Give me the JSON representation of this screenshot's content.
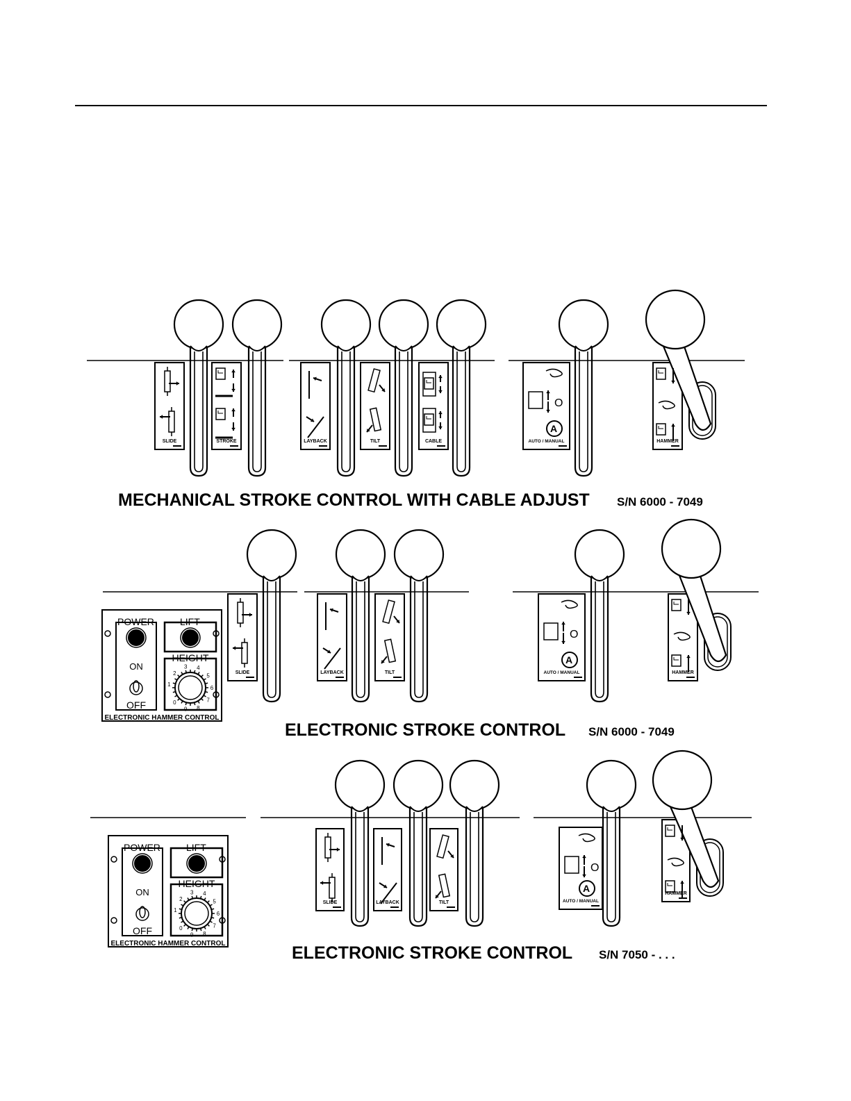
{
  "sections": [
    {
      "title": "MECHANICAL STROKE CONTROL WITH CABLE ADJUST",
      "serial": "S/N 6000 - 7049",
      "levers": [
        {
          "label": "SLIDE",
          "icon": "slide-icon"
        },
        {
          "label": "STROKE",
          "icon": "stroke-icon"
        },
        {
          "label": "LAYBACK",
          "icon": "layback-icon"
        },
        {
          "label": "TILT",
          "icon": "tilt-icon"
        },
        {
          "label": "CABLE",
          "icon": "cable-icon"
        },
        {
          "label": "AUTO / MANUAL",
          "icon": "auto-manual-icon"
        },
        {
          "label": "HAMMER",
          "icon": "hammer-icon"
        }
      ]
    },
    {
      "title": "ELECTRONIC STROKE CONTROL",
      "serial": "S/N 6000 - 7049",
      "levers": [
        {
          "label": "SLIDE",
          "icon": "slide-icon"
        },
        {
          "label": "LAYBACK",
          "icon": "layback-icon"
        },
        {
          "label": "TILT",
          "icon": "tilt-icon"
        },
        {
          "label": "AUTO / MANUAL",
          "icon": "auto-manual-icon"
        },
        {
          "label": "HAMMER",
          "icon": "hammer-icon"
        }
      ]
    },
    {
      "title": "ELECTRONIC STROKE CONTROL",
      "serial": "S/N 7050 - . . .",
      "levers": [
        {
          "label": "SLIDE",
          "icon": "slide-icon"
        },
        {
          "label": "LAYBACK",
          "icon": "layback-icon"
        },
        {
          "label": "TILT",
          "icon": "tilt-icon"
        },
        {
          "label": "AUTO / MANUAL",
          "icon": "auto-manual-icon"
        },
        {
          "label": "HAMMER",
          "icon": "hammer-icon"
        }
      ]
    }
  ],
  "hammer_panel": {
    "power": "POWER",
    "lift": "LIFT",
    "on": "ON",
    "off": "OFF",
    "height": "HEIGHT",
    "caption": "ELECTRONIC HAMMER CONTROL",
    "dial_numbers": [
      "1",
      "2",
      "3",
      "4",
      "5",
      "6",
      "7",
      "8",
      "9",
      "0"
    ]
  },
  "auto_manual_symbol": "O",
  "auto_badge_letter": "A",
  "colors": {
    "ink": "#000000",
    "paper": "#ffffff"
  }
}
